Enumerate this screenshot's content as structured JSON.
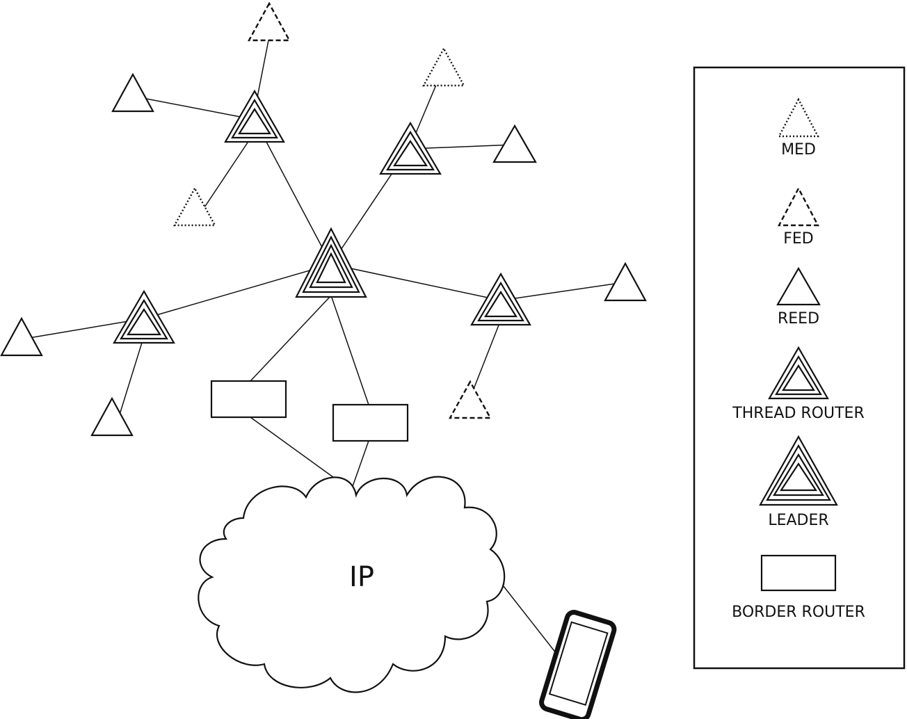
{
  "cloud": {
    "label": "IP"
  },
  "legend": {
    "items": [
      {
        "type": "MED",
        "label": "MED"
      },
      {
        "type": "FED",
        "label": "FED"
      },
      {
        "type": "REED",
        "label": "REED"
      },
      {
        "type": "THREAD_ROUTER",
        "label": "THREAD ROUTER"
      },
      {
        "type": "LEADER",
        "label": "LEADER"
      },
      {
        "type": "BORDER_ROUTER",
        "label": "BORDER ROUTER"
      }
    ]
  }
}
